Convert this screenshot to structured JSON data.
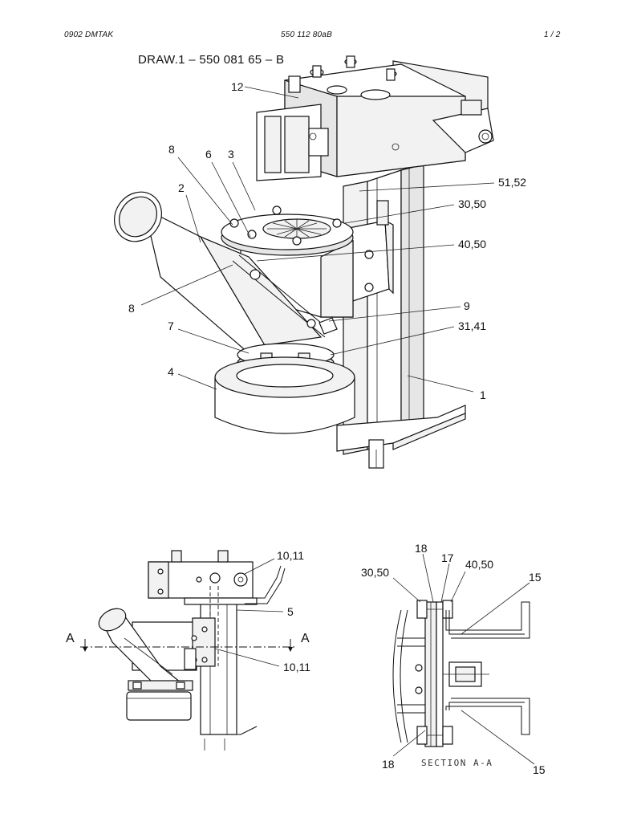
{
  "header": {
    "left": "0902   DMTAK",
    "center": "550 112 80aB",
    "right": "1 /  2"
  },
  "drawing_title": "DRAW.1 – 550 081 65 – B",
  "main_view": {
    "callouts": [
      "12",
      "8",
      "6",
      "3",
      "2",
      "51,52",
      "30,50",
      "40,50",
      "8",
      "9",
      "7",
      "31,41",
      "4",
      "1"
    ]
  },
  "side_view": {
    "callouts": [
      "10,11",
      "5",
      "10,11"
    ],
    "section_marker_left": "A",
    "section_marker_right": "A"
  },
  "section_view": {
    "callouts": [
      "18",
      "17",
      "30,50",
      "40,50",
      "15",
      "18",
      "15"
    ],
    "caption": "SECTION A-A"
  }
}
